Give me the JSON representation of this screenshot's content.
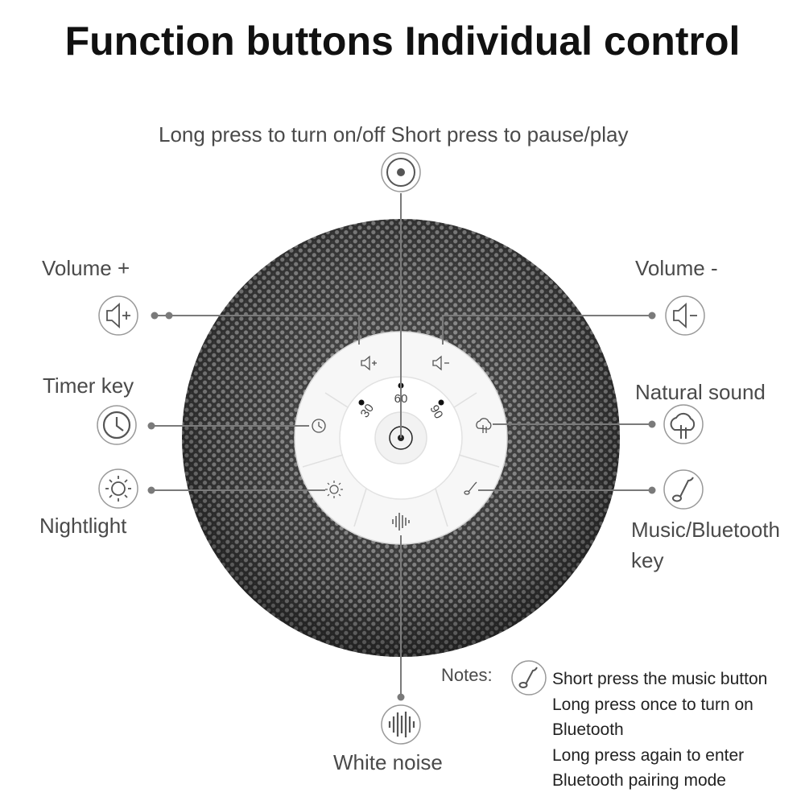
{
  "title": "Function buttons Individual control",
  "labels": {
    "power": "Long press to turn on/off Short press to pause/play",
    "volume_plus": "Volume +",
    "volume_minus": "Volume -",
    "timer": "Timer key",
    "natural": "Natural sound",
    "nightlight": "Nightlight",
    "music_line1": "Music/Bluetooth",
    "music_line2": "key",
    "white_noise": "White noise"
  },
  "timer_marks": {
    "t30": "30",
    "t60": "60",
    "t90": "90"
  },
  "notes": {
    "label": "Notes:",
    "lines": [
      "Short press the music button",
      "Long press once to turn on",
      "Bluetooth",
      "Long press again to enter",
      "Bluetooth pairing mode"
    ]
  },
  "icons": {
    "power": "power-icon",
    "volume_plus": "volume-up-icon",
    "volume_minus": "volume-down-icon",
    "timer": "clock-icon",
    "natural": "tree-icon",
    "nightlight": "sun-icon",
    "music": "music-note-icon",
    "white_noise": "sound-wave-icon"
  },
  "colors": {
    "mesh_dark": "#4a4a4a",
    "panel": "#ffffff",
    "line": "#7a7a7a"
  }
}
